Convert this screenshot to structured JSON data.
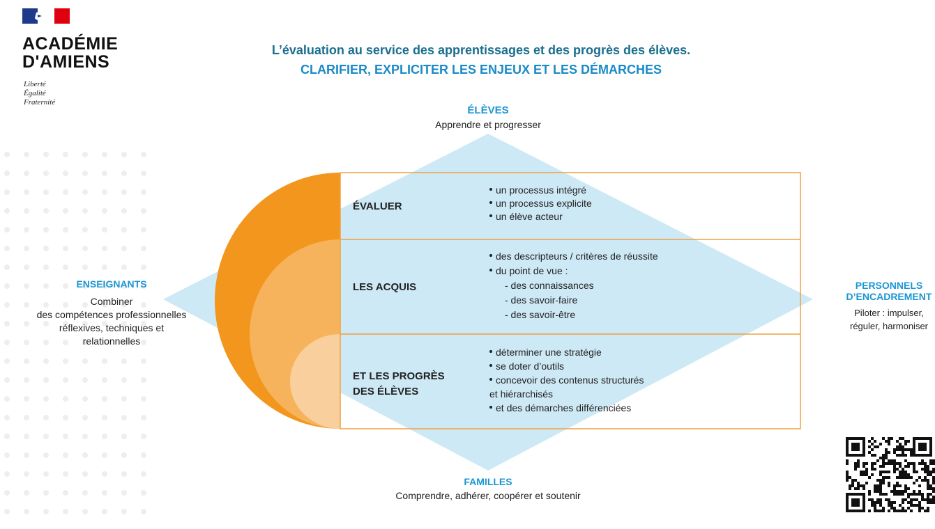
{
  "logo": {
    "name_line1": "ACADÉMIE",
    "name_line2": "D'AMIENS",
    "motto": [
      "Liberté",
      "Égalité",
      "Fraternité"
    ]
  },
  "title": {
    "line1": "L’évaluation au service des apprentissages et des progrès des élèves.",
    "line2": "CLARIFIER, EXPLICITER LES ENJEUX ET LES DÉMARCHES"
  },
  "eleves": {
    "heading": "ÉLÈVES",
    "text": "Apprendre et progresser"
  },
  "enseignants": {
    "heading": "ENSEIGNANTS",
    "lines": [
      "Combiner",
      "des compétences professionnelles",
      "réflexives, techniques et",
      "relationnelles"
    ]
  },
  "personnels": {
    "heading_line1": "PERSONNELS",
    "heading_line2": "D’ENCADREMENT",
    "lines": [
      "Piloter : impulser,",
      "réguler, harmoniser"
    ]
  },
  "familles": {
    "heading": "FAMILLES",
    "text": "Comprendre, adhérer, coopérer et soutenir"
  },
  "rows": [
    {
      "label": [
        "ÉVALUER"
      ],
      "items": [
        {
          "bullet": true,
          "text": "un processus intégré"
        },
        {
          "bullet": true,
          "text": "un processus explicite"
        },
        {
          "bullet": true,
          "text": "un élève acteur"
        }
      ]
    },
    {
      "label": [
        "LES ACQUIS"
      ],
      "items": [
        {
          "bullet": true,
          "text": "des descripteurs / critères de réussite"
        },
        {
          "bullet": true,
          "text": "du point de vue :"
        },
        {
          "bullet": false,
          "indent": true,
          "text": "- des connaissances"
        },
        {
          "bullet": false,
          "indent": true,
          "text": "- des savoir-faire"
        },
        {
          "bullet": false,
          "indent": true,
          "text": "- des savoir-être"
        }
      ]
    },
    {
      "label": [
        "ET LES PROGRÈS",
        "DES ÉLÈVES"
      ],
      "items": [
        {
          "bullet": true,
          "text": "déterminer une stratégie"
        },
        {
          "bullet": true,
          "text": "se doter d’outils"
        },
        {
          "bullet": true,
          "text": "concevoir des contenus structurés"
        },
        {
          "bullet": false,
          "text": "et hiérarchisés"
        },
        {
          "bullet": true,
          "text": "et des démarches différenciées"
        }
      ]
    }
  ],
  "colors": {
    "diamond": "#cde9f5",
    "arc_dark": "#f2961e",
    "arc_mid": "#f6b35c",
    "arc_light": "#f9d09d",
    "box_border": "#f0a040",
    "heading_blue": "#1a96d4"
  },
  "icons": [
    "marianne-flag-icon",
    "qr-code-icon"
  ]
}
